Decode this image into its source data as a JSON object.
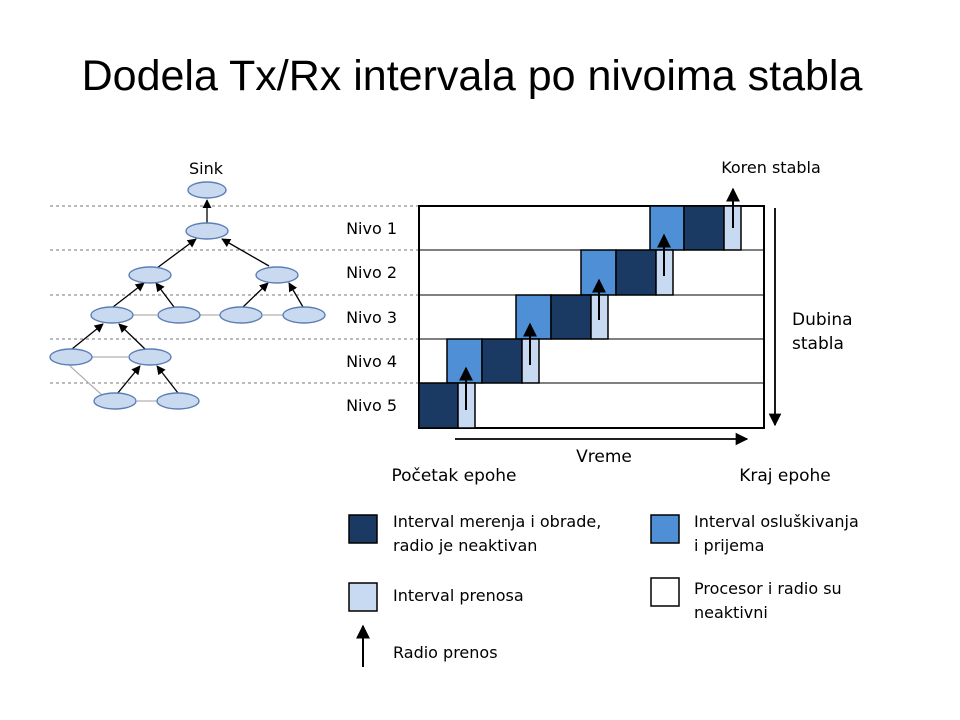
{
  "title": "Dodela Tx/Rx intervala po nivoima stabla",
  "tree": {
    "sink_label": "Sink"
  },
  "levels": [
    "Nivo 1",
    "Nivo 2",
    "Nivo 3",
    "Nivo 4",
    "Nivo 5"
  ],
  "timeline": {
    "root_label": "Koren stabla",
    "depth_label_line1": "Dubina",
    "depth_label_line2": "stabla",
    "time_label": "Vreme",
    "epoch_start": "Početak epohe",
    "epoch_end": "Kraj epohe"
  },
  "legend": {
    "measure_line1": "Interval merenja i obrade,",
    "measure_line2": "radio je neaktivan",
    "listen_line1": "Interval osluškivanja",
    "listen_line2": "i prijema",
    "transmit": "Interval prenosa",
    "inactive_line1": "Procesor i radio su",
    "inactive_line2": "neaktivni",
    "radio": "Radio prenos"
  },
  "colors": {
    "measure": "#1b3a63",
    "listen": "#4f8fd6",
    "transmit": "#c7daf2",
    "node_fill": "#c9d9f0",
    "node_stroke": "#5b7fb5"
  }
}
